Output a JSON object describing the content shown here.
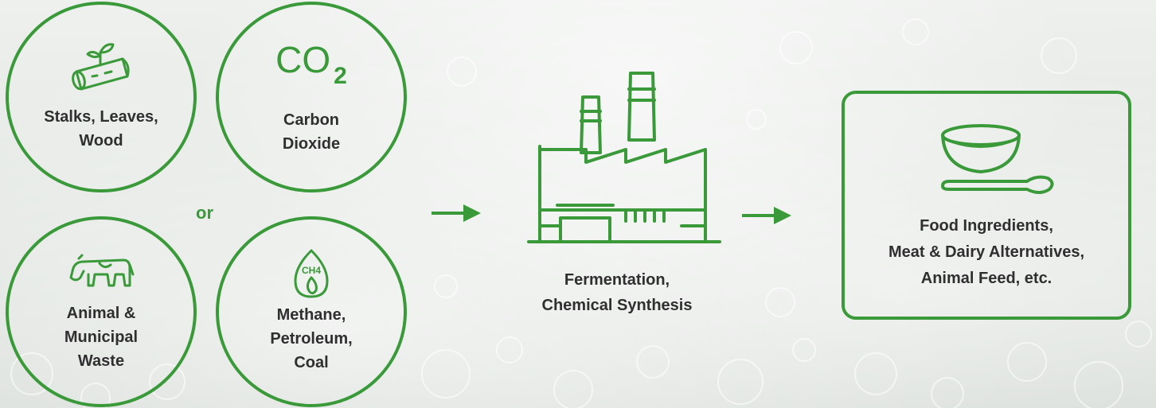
{
  "inputs": {
    "biomass": {
      "label": "Stalks, Leaves,\nWood",
      "icon": "log-sprout-icon"
    },
    "co2": {
      "symbol": "CO",
      "subscript": "2",
      "label": "Carbon\nDioxide"
    },
    "waste": {
      "label": "Animal &\nMunicipal\nWaste",
      "icon": "cow-icon"
    },
    "fossil": {
      "icon_text": "CH4",
      "label": "Methane,\nPetroleum,\nCoal",
      "icon": "flame-icon"
    }
  },
  "connector_or": "or",
  "process": {
    "label": "Fermentation,\nChemical Synthesis",
    "icon": "factory-icon"
  },
  "output": {
    "label": "Food Ingredients,\nMeat & Dairy Alternatives,\nAnimal Feed, etc.",
    "icon": "bowl-spoon-icon"
  },
  "colors": {
    "accent": "#3a9a3a",
    "text": "#2f2f2f"
  }
}
